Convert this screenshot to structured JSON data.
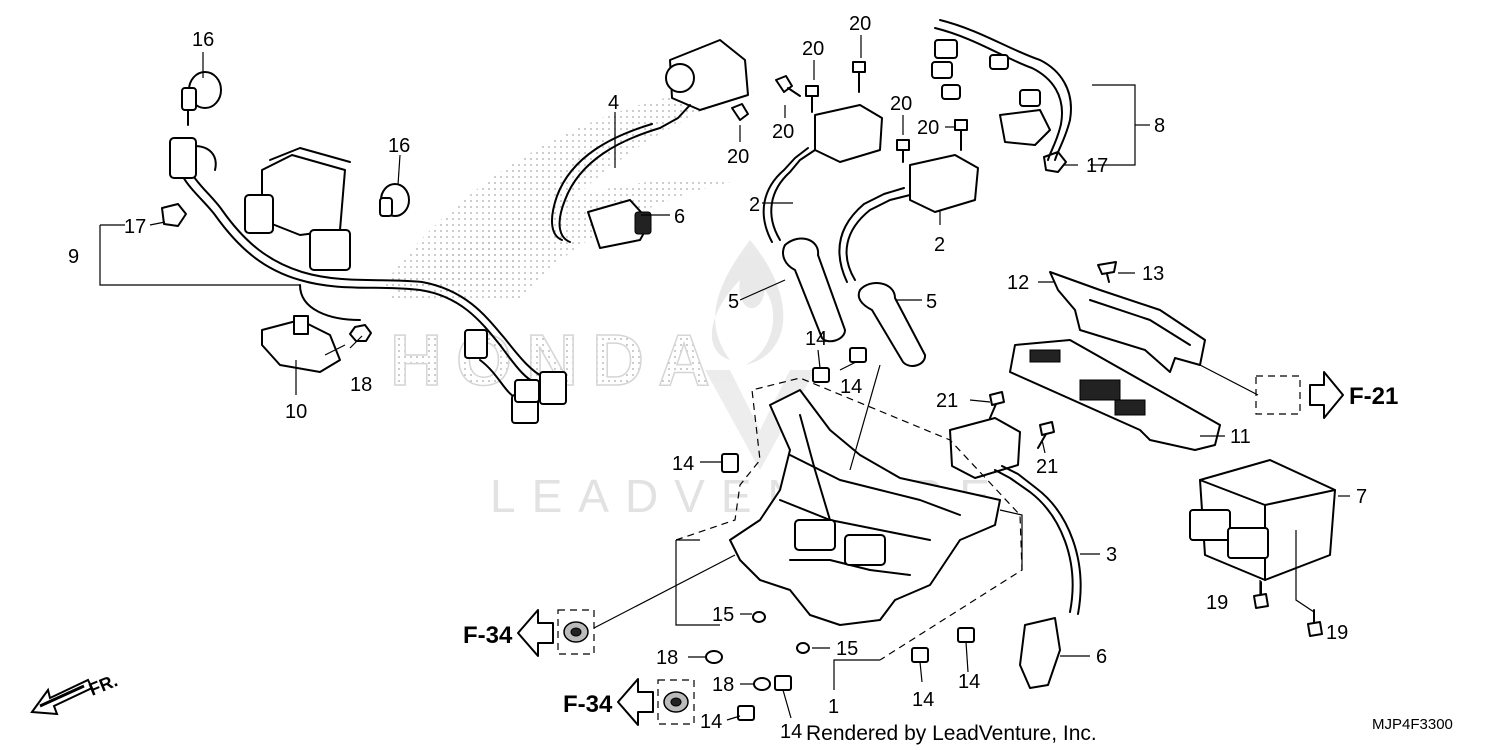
{
  "diagram": {
    "callouts": {
      "c1": "1",
      "c2a": "2",
      "c2b": "2",
      "c3": "3",
      "c4": "4",
      "c5a": "5",
      "c5b": "5",
      "c6a": "6",
      "c6b": "6",
      "c7": "7",
      "c8": "8",
      "c9": "9",
      "c10": "10",
      "c11": "11",
      "c12": "12",
      "c13": "13",
      "c14a": "14",
      "c14b": "14",
      "c14c": "14",
      "c14d": "14",
      "c14e": "14",
      "c14f": "14",
      "c14g": "14",
      "c15a": "15",
      "c15b": "15",
      "c16a": "16",
      "c16b": "16",
      "c17a": "17",
      "c17b": "17",
      "c18a": "18",
      "c18b": "18",
      "c18c": "18",
      "c19a": "19",
      "c19b": "19",
      "c20a": "20",
      "c20b": "20",
      "c20c": "20",
      "c20d": "20",
      "c20e": "20",
      "c20f": "20",
      "c21a": "21",
      "c21b": "21"
    },
    "refs": {
      "f21": "F-21",
      "f34a": "F-34",
      "f34b": "F-34"
    },
    "direction_label": "FR.",
    "diagram_code": "MJP4F3300",
    "watermark_brand": "HONDA",
    "watermark_text": "LEADVENTURE",
    "rendered_by": "Rendered by LeadVenture, Inc."
  }
}
